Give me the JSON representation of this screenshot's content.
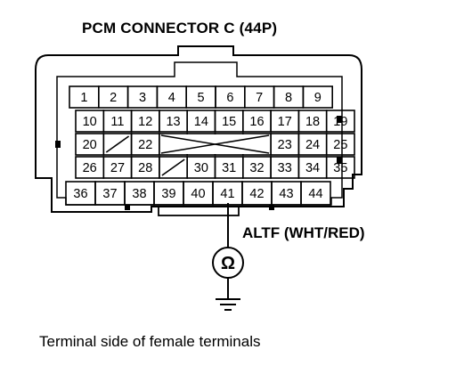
{
  "title": "PCM CONNECTOR C (44P)",
  "wire_label": "ALTF (WHT/RED)",
  "caption": "Terminal side of female terminals",
  "meter_symbol": "ohm-meter-icon",
  "probe_terminal": "41",
  "rows": [
    [
      "1",
      "2",
      "3",
      "4",
      "5",
      "6",
      "7",
      "8",
      "9"
    ],
    [
      "10",
      "11",
      "12",
      "13",
      "14",
      "15",
      "16",
      "17",
      "18",
      "19"
    ],
    [
      "20",
      "",
      "22",
      "",
      "",
      "",
      "",
      "23",
      "24",
      "25"
    ],
    [
      "26",
      "27",
      "28",
      "",
      "30",
      "31",
      "32",
      "33",
      "34",
      "35"
    ],
    [
      "36",
      "37",
      "38",
      "39",
      "40",
      "41",
      "42",
      "43",
      "44"
    ]
  ],
  "empty_cells": [
    {
      "row": 2,
      "col": 1,
      "mark": "slash"
    },
    {
      "row": 2,
      "cols": [
        3,
        6
      ],
      "mark": "cross"
    },
    {
      "row": 3,
      "col": 3,
      "mark": "slash"
    }
  ]
}
